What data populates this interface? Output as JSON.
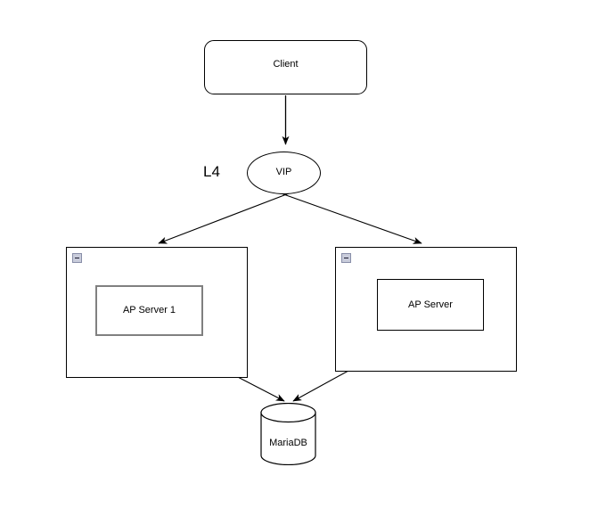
{
  "diagram": {
    "title": "Load balanced application architecture",
    "background_color": "#ffffff",
    "stroke_color": "#000000",
    "gray_stroke_color": "#808080",
    "nodes": {
      "client": {
        "label": "Client",
        "shape": "rounded-rectangle"
      },
      "vip": {
        "label": "VIP",
        "shape": "ellipse"
      },
      "l4": {
        "label": "L4",
        "shape": "text"
      },
      "container_left": {
        "label": "",
        "shape": "rectangle",
        "icon": "collapse-minus-icon"
      },
      "container_right": {
        "label": "",
        "shape": "rectangle",
        "icon": "collapse-minus-icon"
      },
      "ap_server_1": {
        "label": "AP Server 1",
        "shape": "rectangle"
      },
      "ap_server_2": {
        "label": "AP Server",
        "shape": "rectangle"
      },
      "database": {
        "label": "MariaDB",
        "shape": "cylinder"
      }
    },
    "edges": [
      {
        "from": "client",
        "to": "vip",
        "arrow": "single"
      },
      {
        "from": "vip",
        "to": "container_right",
        "arrow": "single"
      },
      {
        "from": "vip",
        "to": "container_left",
        "arrow": "single"
      },
      {
        "from": "ap_server_1",
        "to": "database",
        "arrow": "single"
      },
      {
        "from": "ap_server_2",
        "to": "database",
        "arrow": "single"
      }
    ]
  }
}
